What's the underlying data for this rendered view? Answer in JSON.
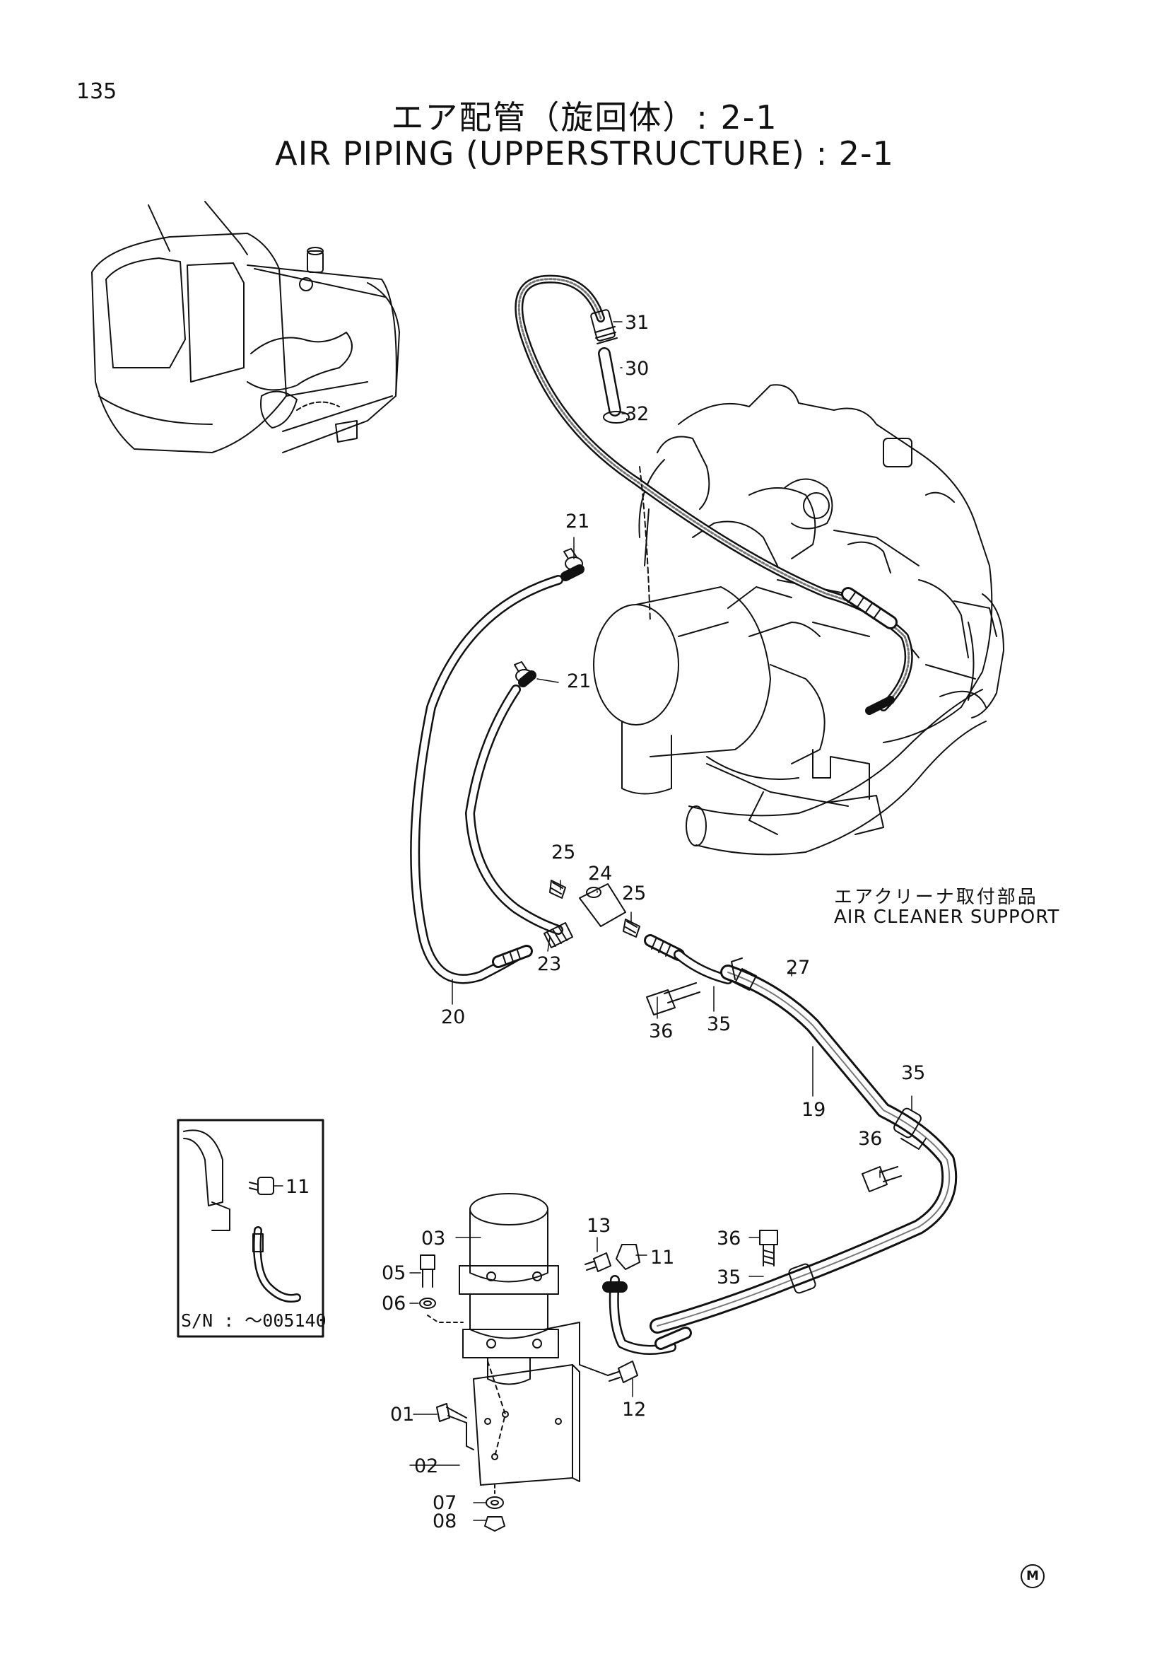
{
  "page_number": "135",
  "title_jp": "エア配管（旋回体）: 2-1",
  "title_en": "AIR PIPING (UPPERSTRUCTURE) : 2-1",
  "support_label_jp": "エアクリーナ取付部品",
  "support_label_en": "AIR CLEANER SUPPORT",
  "inset_note": "S/N : ～005140",
  "corner_mark": "M",
  "callouts": [
    "31",
    "30",
    "32",
    "21",
    "21",
    "25",
    "24",
    "25",
    "23",
    "20",
    "27",
    "36",
    "35",
    "19",
    "35",
    "36",
    "13",
    "11",
    "03",
    "05",
    "06",
    "36",
    "35",
    "12",
    "01",
    "02",
    "07",
    "08",
    "11"
  ]
}
